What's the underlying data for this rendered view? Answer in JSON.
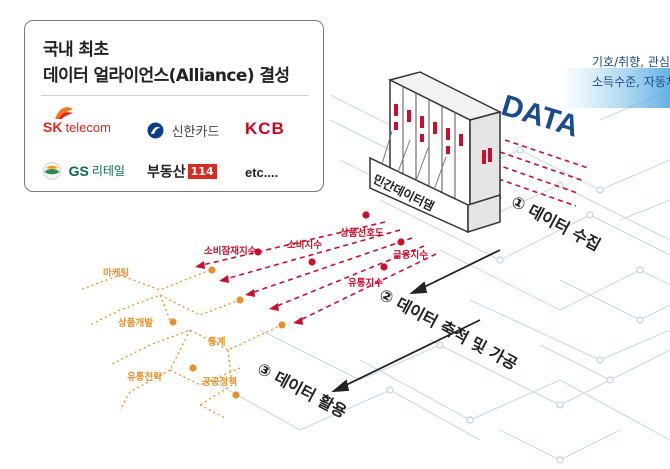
{
  "headline": {
    "line1": "국내 최초",
    "line2": "데이터 얼라이언스(Alliance) 결성"
  },
  "partners": {
    "sk_brand": "SK",
    "sk_sub": "telecom",
    "shinhan": "신한카드",
    "kcb": "KCB",
    "gs_brand": "GS",
    "gs_sub": "리테일",
    "budongsan": "부동산",
    "budongsan_num": "114",
    "etc": "etc...."
  },
  "data_word": "DATA",
  "data_types": {
    "line1": "기호/취향, 관심",
    "line2": "소득수준, 자동차"
  },
  "dam_label": "민간데이터댐",
  "indices": [
    "상품선호도",
    "소비잠재지수",
    "소비지수",
    "금융지수",
    "유통지수"
  ],
  "applications": [
    "마케팅",
    "상품개발",
    "통계",
    "유통전략",
    "공공정책"
  ],
  "steps": [
    {
      "num": "①",
      "label": "데이터 수집"
    },
    {
      "num": "②",
      "label": "데이터 축적 및 가공"
    },
    {
      "num": "③",
      "label": "데이터 활용"
    }
  ],
  "colors": {
    "accent_red": "#c8102e",
    "orange": "#e8902a",
    "blue": "#1a4b8c",
    "circuit": "#c6dbe7"
  }
}
